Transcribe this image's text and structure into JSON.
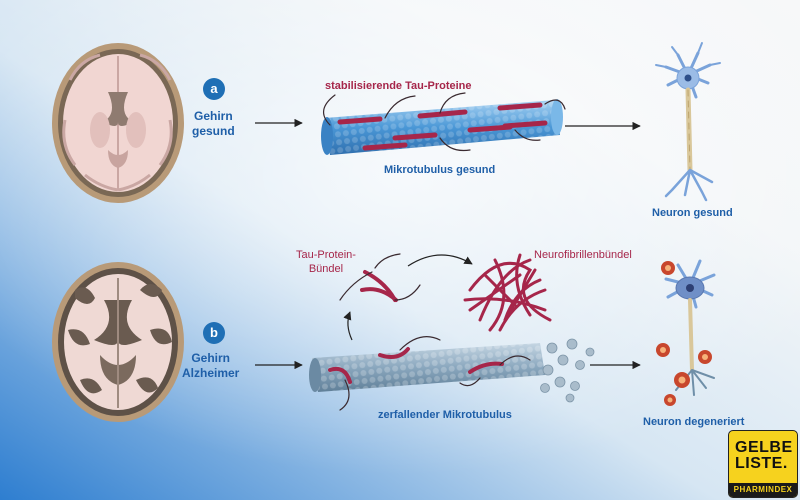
{
  "top": {
    "badge": "a",
    "brain_label": "Gehirn\ngesund",
    "tau_label": "stabilisierende Tau-Proteine",
    "microtubule_label": "Mikrotubulus gesund",
    "neuron_label": "Neuron gesund"
  },
  "bottom": {
    "badge": "b",
    "brain_label": "Gehirn\nAlzheimer",
    "tau_bundle_label": "Tau-Protein-\nBündel",
    "tangle_label": "Neurofibrillenbündel",
    "microtubule_label": "zerfallender Mikrotubulus",
    "neuron_label": "Neuron degeneriert"
  },
  "logo": {
    "line1": "GELBE",
    "line2": "LISTE.",
    "line3": "PHARMINDEX"
  },
  "colors": {
    "label_blue": "#1f5fa8",
    "label_red": "#a6264a",
    "tau": "#a6264a",
    "microtubule": "#4a97d6",
    "neuron": "#9bbce6",
    "logo_yellow": "#f6d21e"
  }
}
